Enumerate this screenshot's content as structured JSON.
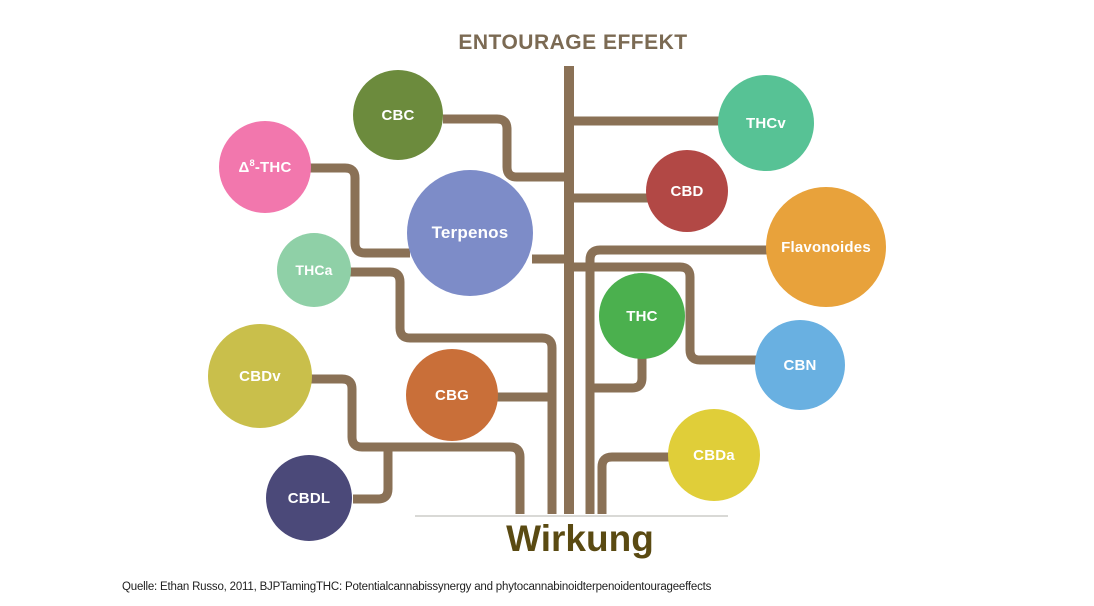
{
  "title": "ENTOURAGE EFFEKT",
  "bottom_label": "Wirkung",
  "source": "Quelle: Ethan Russo, 2011, BJPTamingTHC: Potentialcannabissynergy and phytocannabinoidterpenoidentourageeffects",
  "colors": {
    "branch": "#8a7156",
    "title": "#7b6a53",
    "wirkung": "#5a4a12",
    "source": "#1f1f1f",
    "ground": "#d9d9d6"
  },
  "nodes": [
    {
      "id": "cbc",
      "label": "CBC",
      "color": "#6c8b3d"
    },
    {
      "id": "thcv",
      "label": "THCv",
      "color": "#57c295"
    },
    {
      "id": "delta8-thc",
      "label_prefix": "Δ",
      "label_sup": "8",
      "label_suffix": "-THC",
      "color": "#f277ad"
    },
    {
      "id": "cbd",
      "label": "CBD",
      "color": "#b24845"
    },
    {
      "id": "terpenos",
      "label": "Terpenos",
      "color": "#7d8cc8"
    },
    {
      "id": "flavonoides",
      "label": "Flavonoides",
      "color": "#e8a23b"
    },
    {
      "id": "thca",
      "label": "THCa",
      "color": "#8fd0a7"
    },
    {
      "id": "thc",
      "label": "THC",
      "color": "#4bb04e"
    },
    {
      "id": "cbn",
      "label": "CBN",
      "color": "#69b0e1"
    },
    {
      "id": "cbdv",
      "label": "CBDv",
      "color": "#c9bf4b"
    },
    {
      "id": "cbg",
      "label": "CBG",
      "color": "#c96f39"
    },
    {
      "id": "cbda",
      "label": "CBDa",
      "color": "#e0ce39"
    },
    {
      "id": "cbdl",
      "label": "CBDL",
      "color": "#4b4979"
    }
  ]
}
